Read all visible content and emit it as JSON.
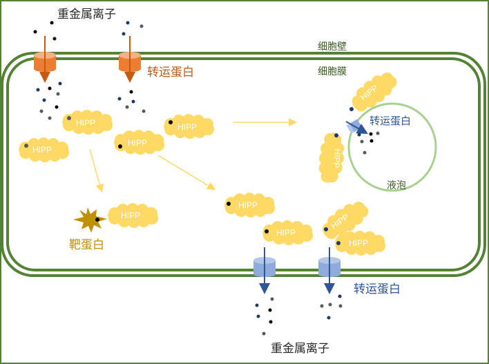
{
  "labels": {
    "metal_ions_top": "重金属离子",
    "metal_ions_bottom": "重金属离子",
    "cell_wall": "细胞壁",
    "cell_membrane": "细胞膜",
    "transporter_top": "转运蛋白",
    "transporter_vacuole": "转运蛋白",
    "transporter_bottom": "转运蛋白",
    "vacuole": "液泡",
    "target_protein": "靶蛋白",
    "hipp": "HIPP"
  },
  "colors": {
    "wall_green": "#548235",
    "vacuole_green": "#a9d18e",
    "hipp_yellow": "#ffd966",
    "import_orange": "#ed7d31",
    "import_arrow": "#c55a11",
    "export_blue": "#8faadc",
    "export_arrow": "#2f5597",
    "target_gold": "#bf9000",
    "arrow_yellow": "#ffd966",
    "ion_black": "#000000",
    "ion_gray": "#595959",
    "ion_navy": "#1f3864"
  }
}
